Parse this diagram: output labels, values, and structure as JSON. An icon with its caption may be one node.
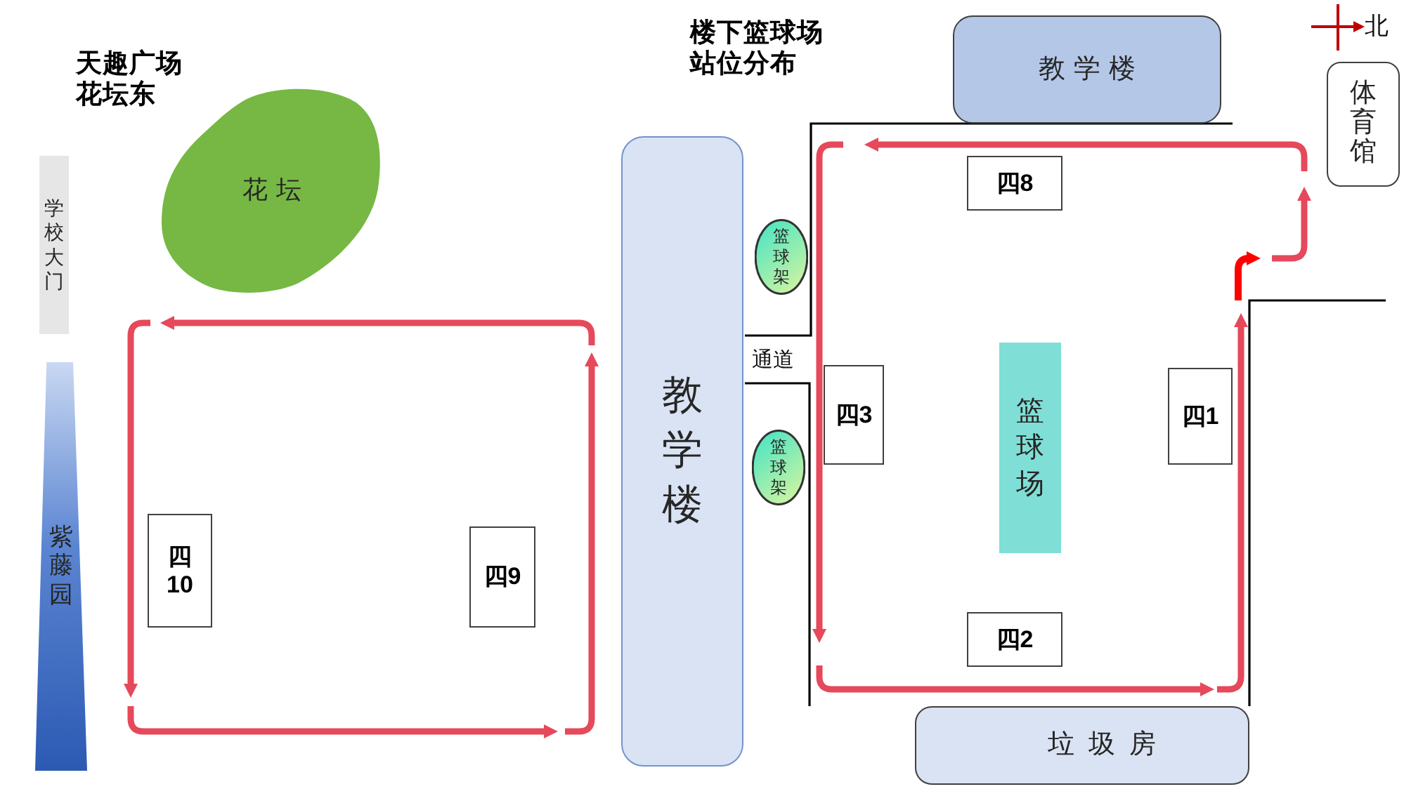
{
  "diagram": {
    "nodes": [
      {
        "text": [
          "花坛"
        ]
      },
      {
        "text": [
          "学校大门"
        ]
      },
      {
        "text": [
          "紫藤园"
        ]
      },
      {
        "text": [
          "四10"
        ]
      },
      {
        "text": [
          "四9"
        ]
      },
      {
        "text": [
          "教学楼"
        ]
      },
      {
        "text": [
          "篮球架"
        ]
      },
      {
        "text": [
          "篮球架"
        ]
      },
      {
        "text": [
          "教学楼"
        ]
      },
      {
        "text": [
          "四8"
        ]
      },
      {
        "text": [
          "篮球场"
        ]
      },
      {
        "text": [
          "四3"
        ]
      },
      {
        "text": [
          "四1"
        ]
      },
      {
        "text": [
          "四2"
        ]
      },
      {
        "text": [
          "垃圾房"
        ]
      },
      {
        "text": [
          "体育馆"
        ]
      }
    ],
    "labels": [
      "天趣广场花坛东",
      "楼下篮球场站位分布",
      "北",
      "通道"
    ]
  }
}
